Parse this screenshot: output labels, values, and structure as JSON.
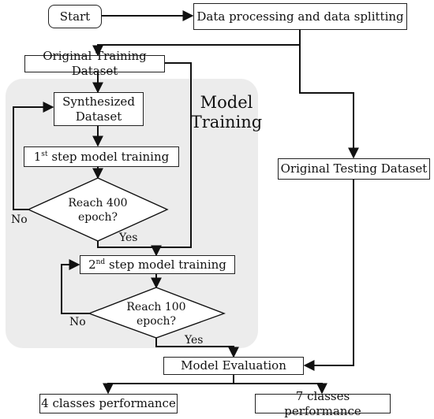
{
  "nodes": {
    "start": "Start",
    "data_processing": "Data processing and data splitting",
    "original_training": "Original Training Dataset",
    "synthesized_line1": "Synthesized",
    "synthesized_line2": "Dataset",
    "step1_prefix": "1",
    "step1_sup": "st",
    "step1_suffix": " step model training",
    "reach400_line1": "Reach 400",
    "reach400_line2": "epoch?",
    "step2_prefix": "2",
    "step2_sup": "nd",
    "step2_suffix": " step model training",
    "reach100_line1": "Reach 100",
    "reach100_line2": "epoch?",
    "original_testing": "Original Testing Dataset",
    "model_evaluation": "Model Evaluation",
    "perf4": "4 classes performance",
    "perf7": "7 classes performance"
  },
  "region": {
    "title_line1": "Model",
    "title_line2": "Training"
  },
  "edge_labels": {
    "no_400": "No",
    "yes_400": "Yes",
    "no_100": "No",
    "yes_100": "Yes"
  }
}
